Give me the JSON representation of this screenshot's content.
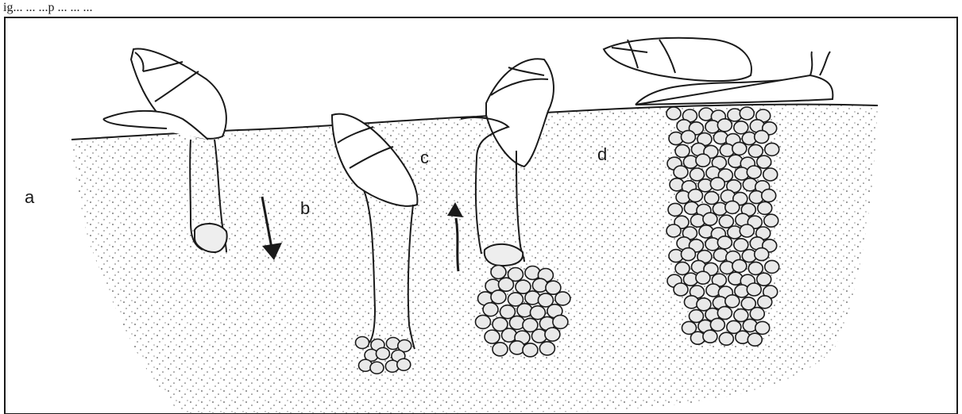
{
  "caption_fragment": "ig... ... ...p ... ... ...",
  "labels": {
    "a": "a",
    "b": "b",
    "c": "c",
    "d": "d"
  },
  "colors": {
    "ink": "#1a1a1a",
    "soil_dots": "#555555",
    "background": "#ffffff",
    "egg_fill": "#e9e9e9"
  },
  "stages": [
    "a",
    "b",
    "c",
    "d"
  ]
}
